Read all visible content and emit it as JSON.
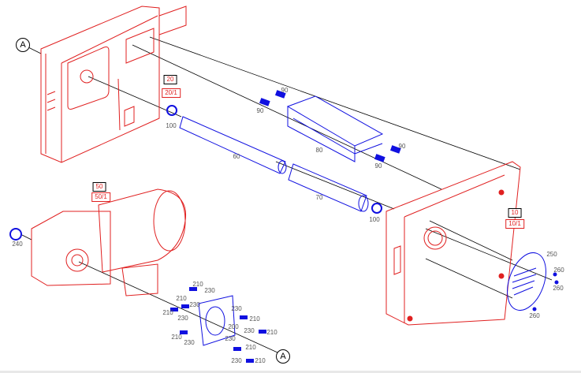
{
  "colors": {
    "assembly_part": "#e02020",
    "component_part": "#1010e0",
    "leader": "#000000"
  },
  "reference_markers": {
    "top": "A",
    "bottom": "A"
  },
  "assembly_labels": {
    "plate_left": {
      "number": "20",
      "variant": "20/1"
    },
    "gear_motor": {
      "number": "50",
      "variant": "50/1"
    },
    "plate_right": {
      "number": "10",
      "variant": "10/1"
    }
  },
  "part_labels": {
    "screw_90_a": "90",
    "screw_90_b": "90",
    "screw_90_c": "90",
    "screw_90_d": "90",
    "ring_100_left": "100",
    "ring_100_right": "100",
    "shaft_60": "60",
    "tube_70": "70",
    "profile_80": "80",
    "nut_240": "240",
    "cover_250": "250",
    "screw_260_a": "260",
    "screw_260_b": "260",
    "screw_260_c": "260",
    "flange_200": "200",
    "bolts_210": [
      "210",
      "210",
      "210",
      "210",
      "210",
      "210",
      "210",
      "210"
    ],
    "washers_230": [
      "230",
      "230",
      "230",
      "230",
      "230",
      "230",
      "230",
      "230"
    ]
  }
}
